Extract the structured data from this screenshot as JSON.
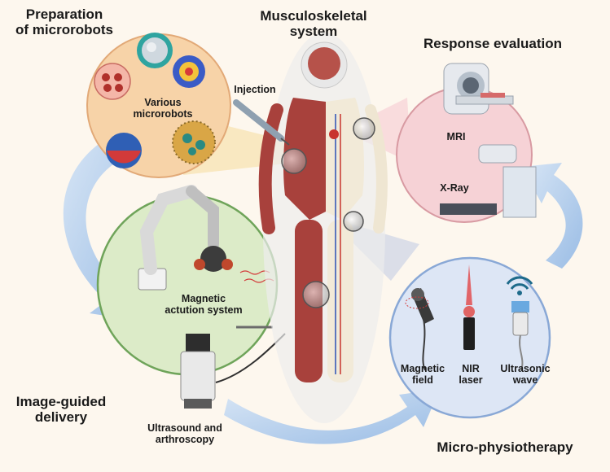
{
  "title": "Musculoskeletal\nsystem",
  "sections": {
    "preparation": "Preparation\nof microrobots",
    "response": "Response evaluation",
    "image_guided": "Image-guided\ndelivery",
    "physio": "Micro-physiotherapy"
  },
  "labels": {
    "injection": "Injection",
    "various": "Various\nmicrorobots",
    "mri": "MRI",
    "xray": "X-Ray",
    "magnetic_system": "Magnetic\nactution system",
    "ultrasound": "Ultrasound and\narthroscopy",
    "magnetic_field": "Magnetic\nfield",
    "nir": "NIR\nlaser",
    "ultrasonic": "Ultrasonic\nwave"
  },
  "colors": {
    "background": "#fdf7ee",
    "orange_circle": "#f7d3a8",
    "pink_circle": "#f6d2d6",
    "green_circle": "#dcebc8",
    "blue_circle": "#dde6f5",
    "arrow": "#a9c7ea",
    "muscle": "#a8413c",
    "skeleton": "#f2ead8"
  }
}
